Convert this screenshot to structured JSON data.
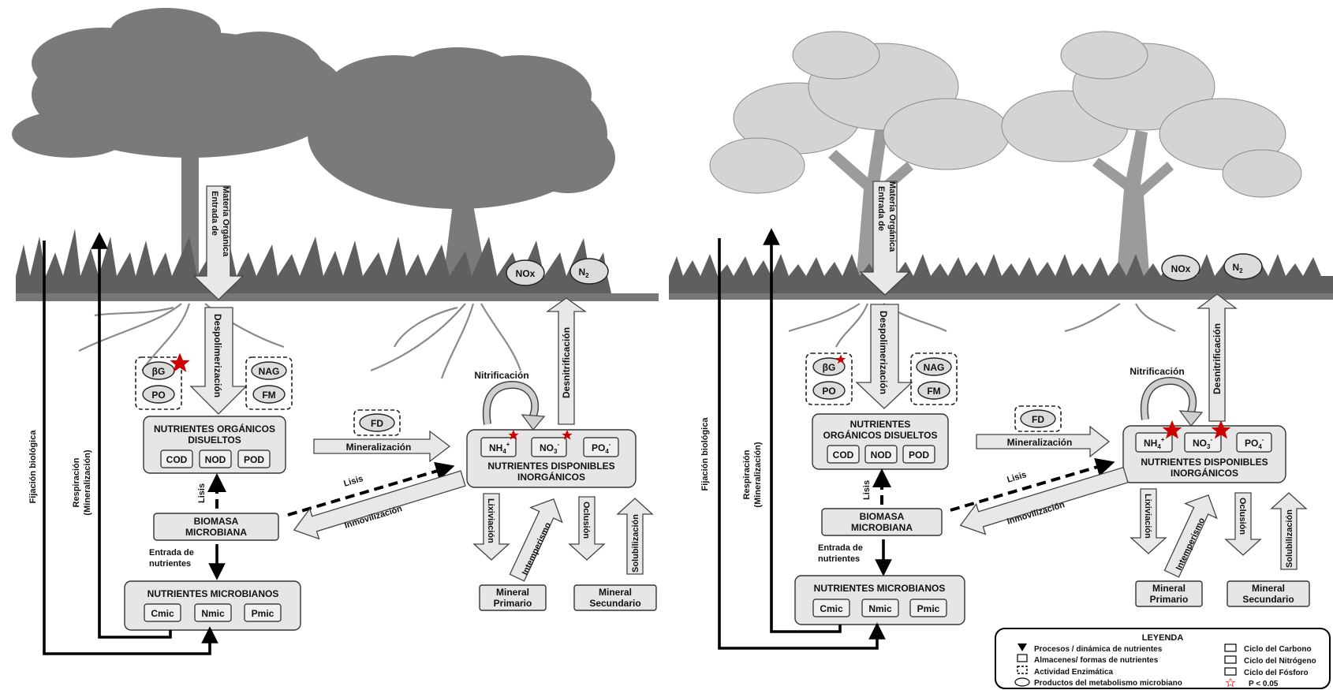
{
  "panels": [
    {
      "entrada_materia": [
        "Entrada de",
        "Materia Orgánica"
      ],
      "despolimerizacion": "Despolimerización",
      "enzymes_left": [
        "βG",
        "PO"
      ],
      "enzymes_right": [
        "NAG",
        "FM"
      ],
      "fd": "FD",
      "nod_box": {
        "title_lines": [
          "NUTRIENTES ORGÁNICOS",
          "DISUELTOS"
        ],
        "cells": [
          "COD",
          "NOD",
          "POD"
        ]
      },
      "mineralizacion": "Mineralización",
      "nid_box": {
        "title_lines": [
          "NUTRIENTES DISPONIBLES",
          "INORGÁNICOS"
        ],
        "nh4": "NH",
        "no3": "NO",
        "po4": "PO"
      },
      "nitrificacion": "Nitrificación",
      "desnitrificacion": "Desnitrificación",
      "nox": "NOx",
      "n2": "N",
      "lisis_vertical": "Lisis",
      "lisis_diag": "Lisis",
      "inmovilizacion": "Inmovilización",
      "biomasa": [
        "BIOMASA",
        "MICROBIANA"
      ],
      "entrada_nutrientes": [
        "Entrada de",
        "nutrientes"
      ],
      "micro_box": {
        "title": "NUTRIENTES MICROBIANOS",
        "cells": [
          "Cmic",
          "Nmic",
          "Pmic"
        ]
      },
      "fijacion": "Fijación biológica",
      "respiracion": [
        "Respiración",
        "(Mineralización)"
      ],
      "lixiviacion": "Lixiviación",
      "intemperismo": "Intemperismo",
      "oclusion": "Oclusión",
      "solubilizacion": "Solubilización",
      "mineral_primario": [
        "Mineral",
        "Primario"
      ],
      "mineral_secundario": [
        "Mineral",
        "Secundario"
      ],
      "significant": [
        "βG",
        "NH4+",
        "NO3-"
      ]
    },
    {
      "entrada_materia": [
        "Entrada de",
        "Materia Orgánica"
      ],
      "despolimerizacion": "Despolimerización",
      "enzymes_left": [
        "βG",
        "PO"
      ],
      "enzymes_right": [
        "NAG",
        "FM"
      ],
      "fd": "FD",
      "nod_box": {
        "title_lines": [
          "NUTRIENTES",
          "ORGÁNICOS DISUELTOS"
        ],
        "cells": [
          "COD",
          "NOD",
          "POD"
        ]
      },
      "mineralizacion": "Mineralización",
      "nid_box": {
        "title_lines": [
          "NUTRIENTES DISPONIBLES",
          "INORGÁNICOS"
        ],
        "nh4": "NH",
        "no3": "NO",
        "po4": "PO"
      },
      "nitrificacion": "Nitrificación",
      "desnitrificacion": "Desnitrificación",
      "nox": "NOx",
      "n2": "N",
      "lisis_vertical": "Lisis",
      "lisis_diag": "Lisis",
      "inmovilizacion": "Inmovilización",
      "biomasa": [
        "BIOMASA",
        "MICROBIANA"
      ],
      "entrada_nutrientes": [
        "Entrada de",
        "nutrientes"
      ],
      "micro_box": {
        "title": "NUTRIENTES MICROBIANOS",
        "cells": [
          "Cmic",
          "Nmic",
          "Pmic"
        ]
      },
      "fijacion": "Fijación biológica",
      "respiracion": [
        "Respiración",
        "(Mineralización)"
      ],
      "lixiviacion": "Lixiviación",
      "intemperismo": "Intemperismo",
      "oclusion": "Oclusión",
      "solubilizacion": "Solubilización",
      "mineral_primario": [
        "Mineral",
        "Primario"
      ],
      "mineral_secundario": [
        "Mineral",
        "Secundario"
      ],
      "significant": [
        "βG",
        "NH4+",
        "NO3-"
      ]
    }
  ],
  "legend": {
    "title": "LEYENDA",
    "items": [
      "Procesos / dinámica de nutrientes",
      "Almacenes/ formas de nutrientes",
      "Actividad Enzimática",
      "Productos del metabolismo microbiano"
    ],
    "cycles": [
      "Ciclo del Carbono",
      "Ciclo del Nitrógeno",
      "Ciclo del Fósforo",
      "P < 0.05"
    ]
  },
  "colors": {
    "star": "#cc0000",
    "box": "#e6e6e6",
    "tree": "#7a7a7a"
  }
}
